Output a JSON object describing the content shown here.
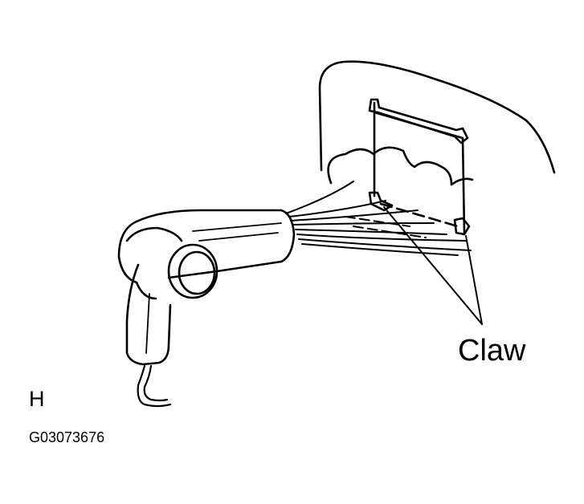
{
  "callout": {
    "claw": "Claw"
  },
  "view_letter": "H",
  "figure_code": "G03073676"
}
